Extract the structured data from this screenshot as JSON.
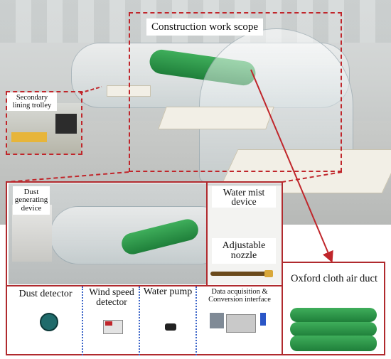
{
  "labels": {
    "construction_scope": "Construction work scope",
    "secondary_trolley": "Secondary lining trolley",
    "dust_generating": "Dust generating device",
    "water_mist": "Water mist device",
    "adjustable_nozzle": "Adjustable nozzle",
    "dust_detector": "Dust detector",
    "wind_speed": "Wind speed detector",
    "water_pump": "Water pump",
    "data_acq": "Data acquisition & Conversion interface",
    "oxford_duct": "Oxford cloth air duct"
  },
  "colors": {
    "frame_red": "#c0262b",
    "separator_blue": "#3b64c8",
    "duct_green": "#2e9a4c"
  }
}
